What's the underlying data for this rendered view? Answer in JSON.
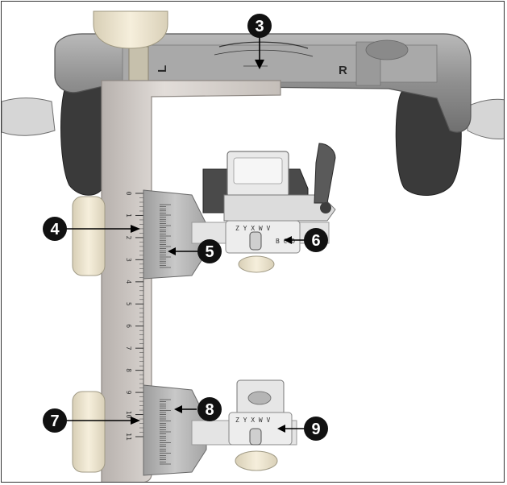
{
  "diagram": {
    "side_labels": {
      "left": "L",
      "right": "R"
    },
    "callouts": [
      {
        "id": "callout-3",
        "number": "3"
      },
      {
        "id": "callout-4",
        "number": "4"
      },
      {
        "id": "callout-5",
        "number": "5"
      },
      {
        "id": "callout-6",
        "number": "6"
      },
      {
        "id": "callout-7",
        "number": "7"
      },
      {
        "id": "callout-8",
        "number": "8"
      },
      {
        "id": "callout-9",
        "number": "9"
      }
    ],
    "scale_numbers": [
      "0",
      "1",
      "2",
      "3",
      "4",
      "5",
      "6",
      "7",
      "8",
      "9",
      "10",
      "11"
    ],
    "colors": {
      "arm_gray": "#8d8d8d",
      "arm_dark": "#6f6f6f",
      "column": "#cfcac6",
      "callout_fill": "#111111",
      "knob": "#efe6cf"
    }
  }
}
